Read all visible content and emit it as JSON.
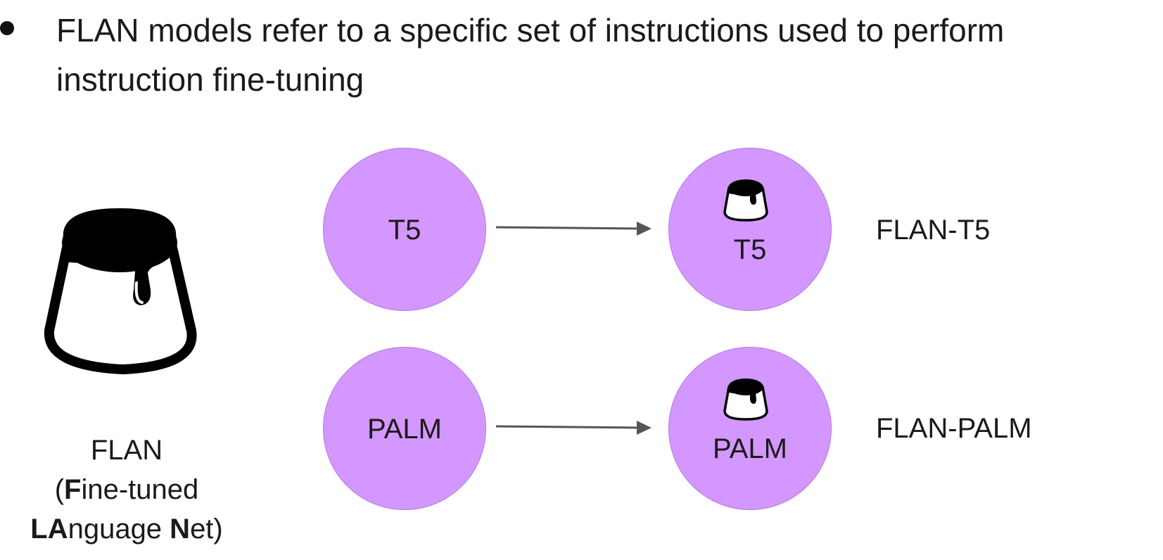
{
  "bullet": {
    "line1": "FLAN models refer to a specific set of instructions used to perform",
    "line2": "instruction fine-tuning"
  },
  "flan_caption": {
    "name": "FLAN",
    "open_paren": "(",
    "fine_bold": "F",
    "fine_rest": "ine-tuned",
    "language_bold": "LA",
    "language_rest": "nguage ",
    "net_bold": "N",
    "net_rest": "et)"
  },
  "rows": [
    {
      "base_model": "T5",
      "tuned_model": "T5",
      "result": "FLAN-T5"
    },
    {
      "base_model": "PALM",
      "tuned_model": "PALM",
      "result": "FLAN-PALM"
    }
  ],
  "colors": {
    "circle_fill": "#d497ff",
    "arrow": "#555555",
    "icon": "#000000"
  },
  "icons": {
    "flan_logo": "flan-pudding-icon",
    "mini_flan": "mini-flan-icon",
    "arrow": "arrow-right-icon"
  }
}
